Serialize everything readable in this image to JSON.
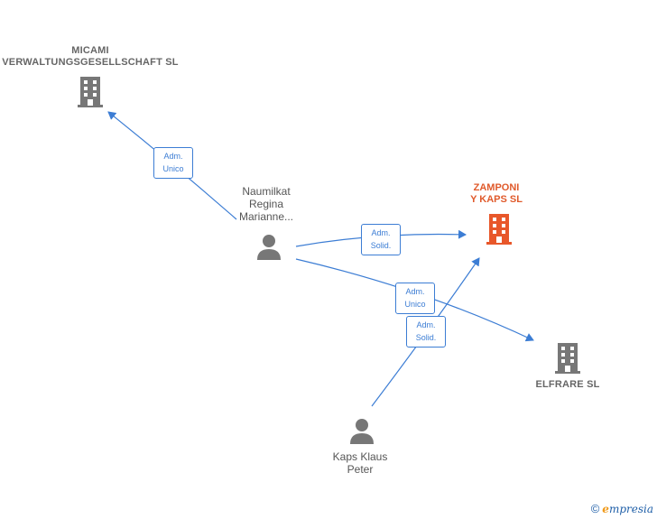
{
  "nodes": {
    "micami": {
      "name_line1": "MICAMI",
      "name_line2": "VERWALTUNGSGESELLSCHAFT SL",
      "type_icon": "building-icon",
      "color": "#777777"
    },
    "zamponi": {
      "name_line1": "ZAMPONI",
      "name_line2": "Y KAPS  SL",
      "type_icon": "building-icon",
      "color": "#e8572a"
    },
    "elfrare": {
      "name_line1": "ELFRARE  SL",
      "type_icon": "building-icon",
      "color": "#777777"
    },
    "naumilkat": {
      "name_line1": "Naumilkat",
      "name_line2": "Regina",
      "name_line3": "Marianne...",
      "type_icon": "person-icon",
      "color": "#777777"
    },
    "kaps": {
      "name_line1": "Kaps Klaus",
      "name_line2": "Peter",
      "type_icon": "person-icon",
      "color": "#777777"
    }
  },
  "edges": [
    {
      "from": "naumilkat",
      "to": "micami",
      "label_line1": "Adm.",
      "label_line2": "Unico"
    },
    {
      "from": "naumilkat",
      "to": "zamponi",
      "label_line1": "Adm.",
      "label_line2": "Solid."
    },
    {
      "from": "naumilkat",
      "to": "elfrare",
      "label_line1": "Adm.",
      "label_line2": "Unico"
    },
    {
      "from": "kaps",
      "to": "zamponi",
      "label_line1": "Adm.",
      "label_line2": "Solid."
    }
  ],
  "colors": {
    "edge": "#3c7dd4",
    "focus": "#e8572a"
  },
  "footer": {
    "copyright_symbol": "©",
    "brand_initial": "e",
    "brand_rest": "mpresia"
  }
}
